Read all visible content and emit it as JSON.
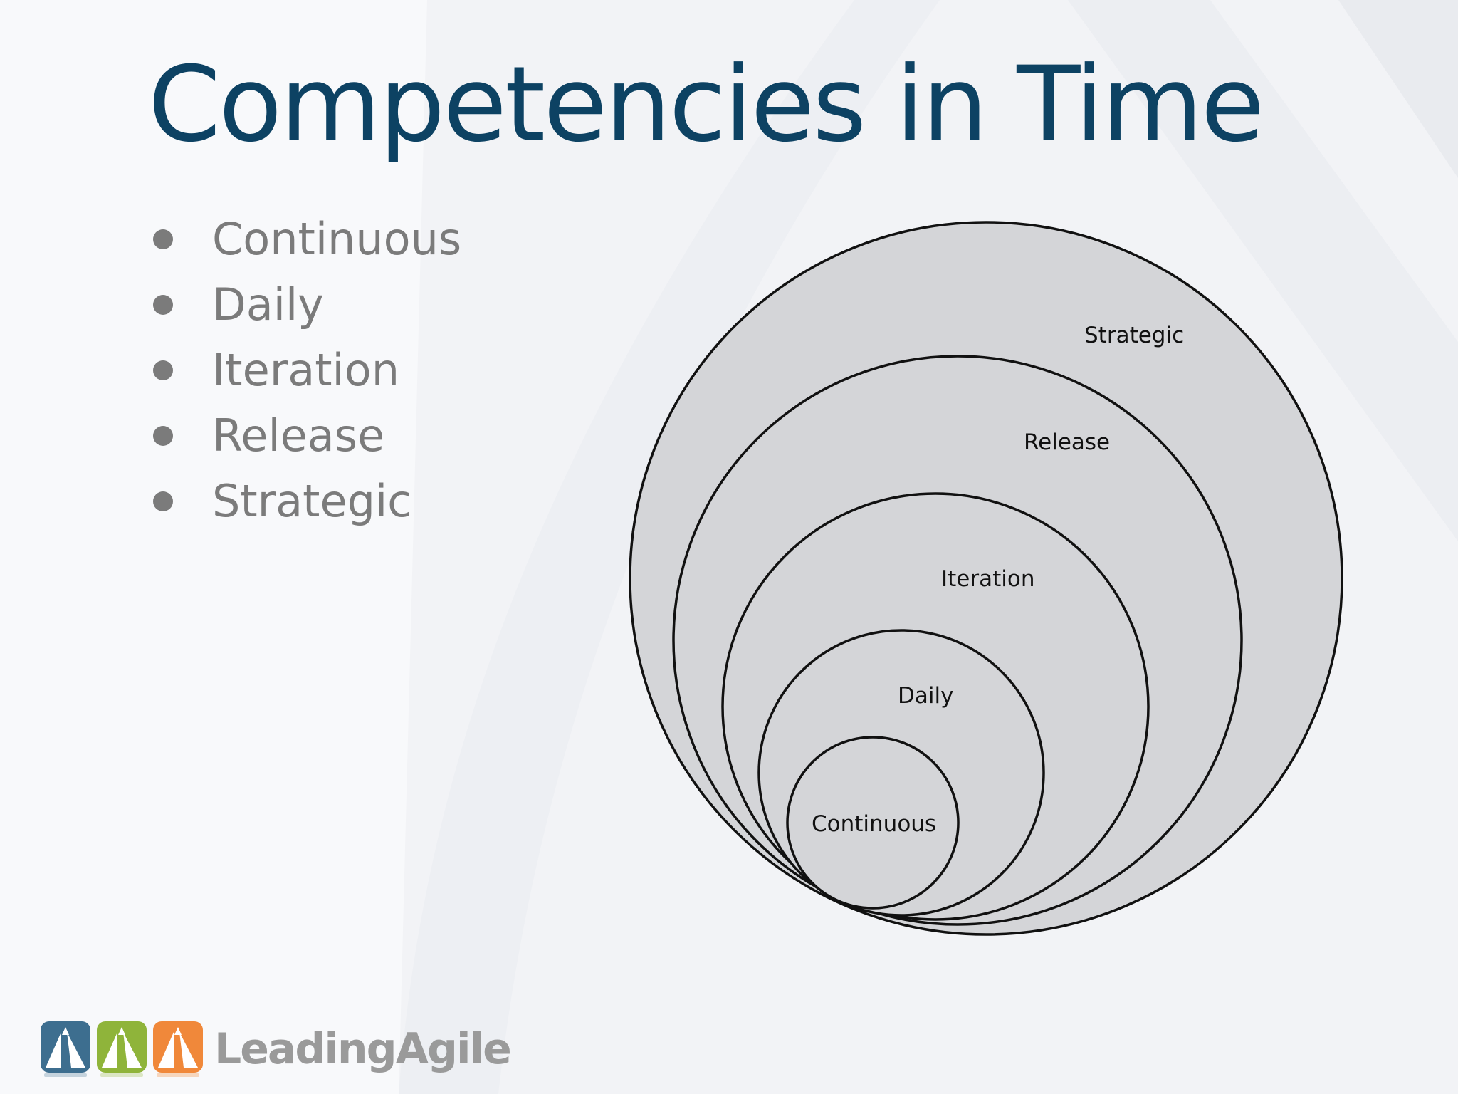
{
  "title": "Competencies in Time",
  "bullets": [
    "Continuous",
    "Daily",
    "Iteration",
    "Release",
    "Strategic"
  ],
  "diagram": {
    "type": "nested-circles",
    "fill_color": "#d4d5d8",
    "stroke_color": "#111111",
    "circles": [
      {
        "label": "Strategic"
      },
      {
        "label": "Release"
      },
      {
        "label": "Iteration"
      },
      {
        "label": "Daily"
      },
      {
        "label": "Continuous"
      }
    ]
  },
  "logo": {
    "text": "LeadingAgile",
    "mark_colors": [
      "#3d6e8f",
      "#8fb43a",
      "#f0883a"
    ]
  },
  "colors": {
    "title": "#0d4263",
    "bullet_text": "#7b7b7b",
    "background": "#f8f9fb"
  }
}
